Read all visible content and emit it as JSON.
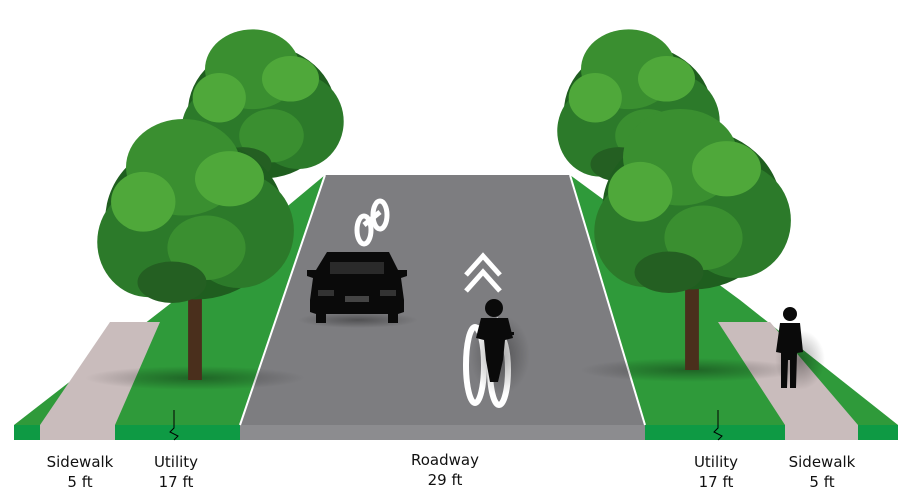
{
  "cross_section": {
    "segments": [
      {
        "id": "sidewalk-left",
        "name": "Sidewalk",
        "width": "5 ft"
      },
      {
        "id": "utility-left",
        "name": "Utility",
        "width": "17 ft"
      },
      {
        "id": "roadway",
        "name": "Roadway",
        "width": "29 ft"
      },
      {
        "id": "utility-right",
        "name": "Utility",
        "width": "17 ft"
      },
      {
        "id": "sidewalk-right",
        "name": "Sidewalk",
        "width": "5 ft"
      }
    ]
  },
  "colors": {
    "grass": "#2f9a3a",
    "grass_edge": "#0e9a44",
    "sidewalk": "#c9bcbc",
    "roadway": "#7d7d80",
    "marking": "#ffffff",
    "tree_dark": "#1f5e1f",
    "tree_light": "#4fa83a",
    "trunk": "#4a2f1c",
    "silhouette": "#0a0a0a"
  },
  "icons": [
    "tree-icon",
    "car-icon",
    "cyclist-icon",
    "pedestrian-icon",
    "bike-symbol-icon",
    "sharrow-chevron-icon"
  ]
}
